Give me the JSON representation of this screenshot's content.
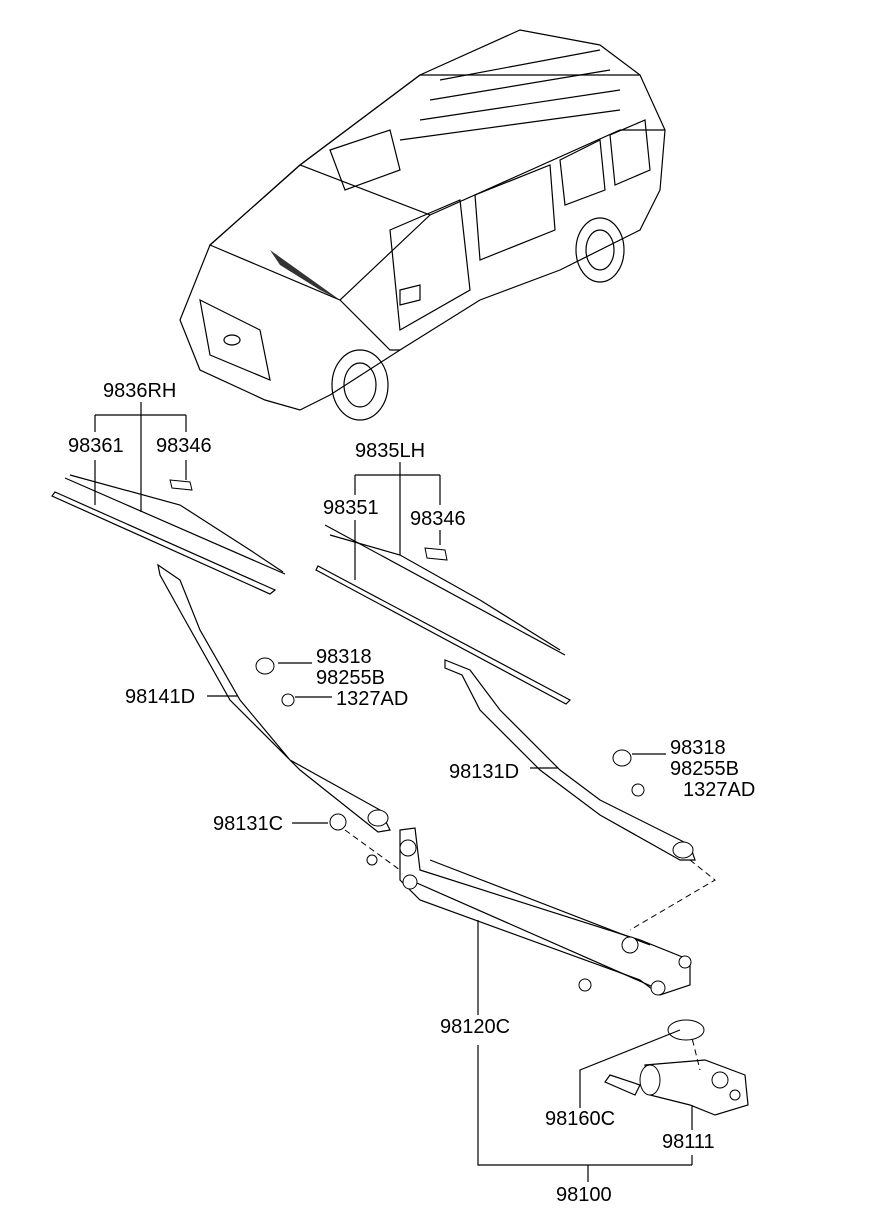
{
  "labels": {
    "rh_assy": "9836RH",
    "rh_blade_refill": "98361",
    "rh_clip": "98346",
    "lh_assy": "9835LH",
    "lh_blade_refill": "98351",
    "lh_clip": "98346",
    "rh_cap": "98318",
    "rh_cap2": "98255B",
    "rh_nut": "1327AD",
    "rh_arm": "98141D",
    "lh_arm": "98131D",
    "lh_cap": "98318",
    "lh_cap2": "98255B",
    "lh_nut": "1327AD",
    "pivot_cap": "98131C",
    "linkage": "98120C",
    "crank": "98160C",
    "motor": "98111",
    "wiper_motor_linkage_assy": "98100"
  }
}
